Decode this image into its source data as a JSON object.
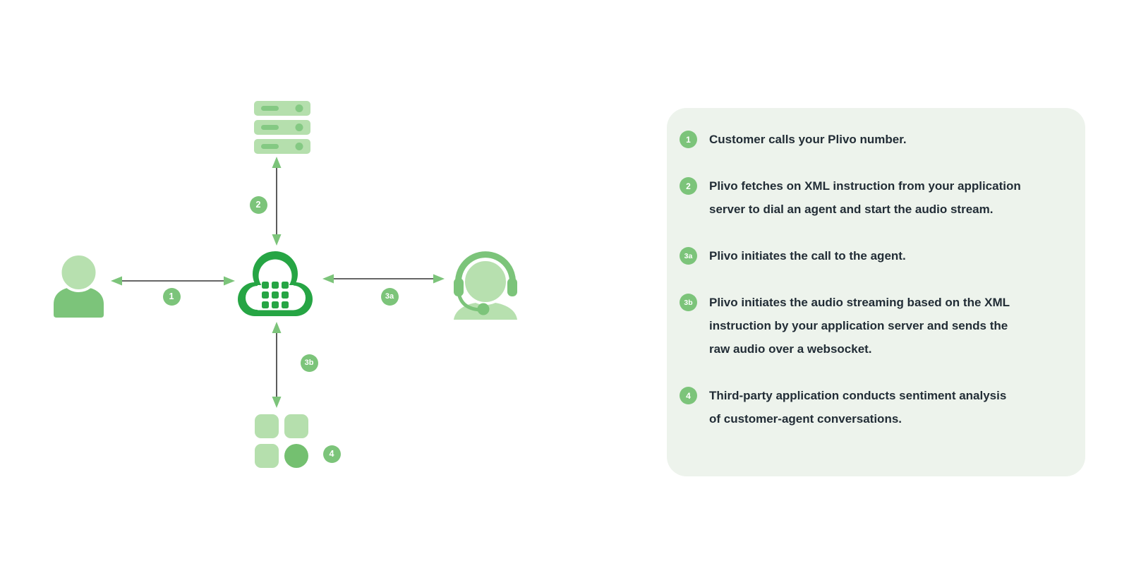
{
  "colors": {
    "brand_green": "#26a544",
    "light_green": "#b7e0af",
    "mid_green": "#7cc47a",
    "dark_mid_green": "#74c070",
    "panel_bg": "#edf3ec",
    "text": "#222d36",
    "arrow_line": "#333333"
  },
  "diagram": {
    "badges": {
      "step1": "1",
      "step2": "2",
      "step3a": "3a",
      "step3b": "3b",
      "step4": "4"
    },
    "icons": {
      "customer": "customer-person-icon",
      "plivo": "plivo-cloud-keypad-icon",
      "app_server": "application-server-icon",
      "agent": "agent-headset-icon",
      "third_party": "third-party-app-grid-icon"
    }
  },
  "legend": {
    "steps": [
      {
        "badge": "1",
        "text": "Customer calls your Plivo number."
      },
      {
        "badge": "2",
        "text": "Plivo fetches on XML instruction from your application\nserver to dial an agent and start the audio stream."
      },
      {
        "badge": "3a",
        "text": "Plivo initiates the call to the agent."
      },
      {
        "badge": "3b",
        "text": "Plivo initiates the audio streaming based on the XML\ninstruction by your application server and sends the\nraw audio over a websocket."
      },
      {
        "badge": "4",
        "text": "Third-party application conducts sentiment analysis\nof customer-agent conversations."
      }
    ]
  }
}
